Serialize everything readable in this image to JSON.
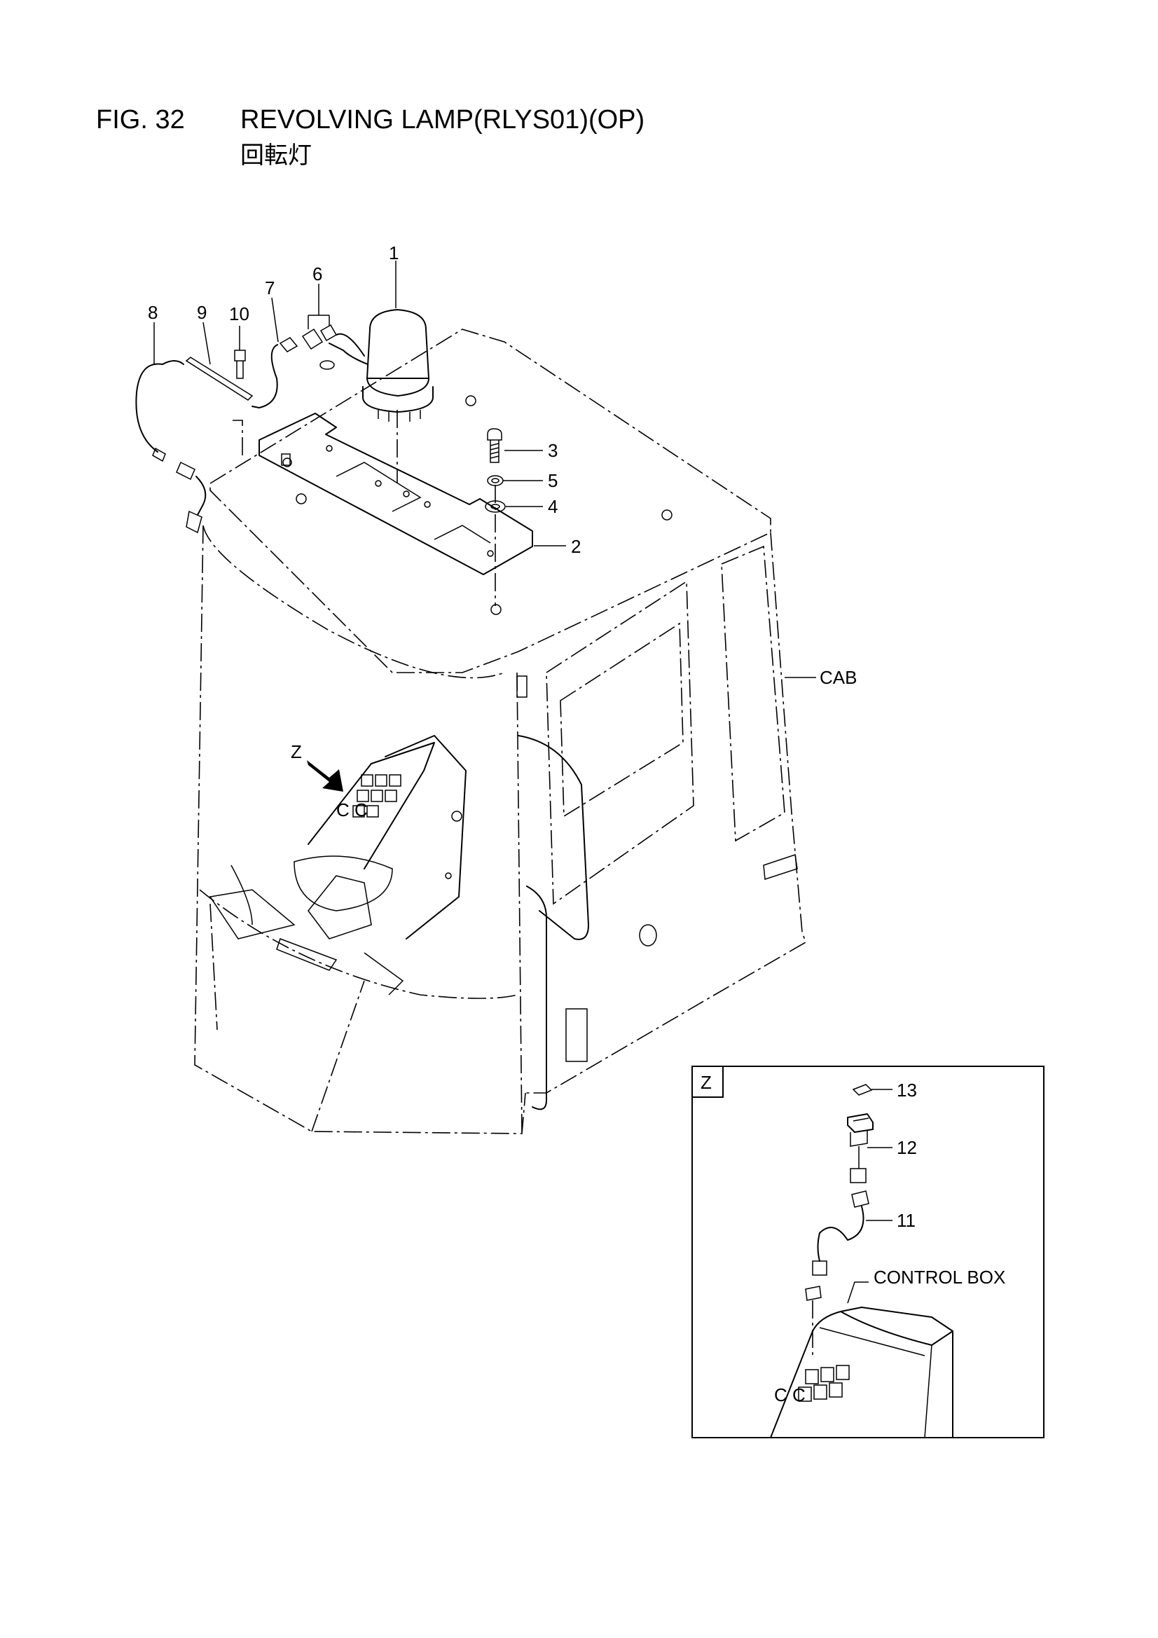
{
  "header": {
    "fig_no": "FIG. 32",
    "title": "REVOLVING LAMP(RLYS01)(OP)",
    "subtitle": "回転灯"
  },
  "callouts": {
    "p1": "1",
    "p2": "2",
    "p3": "3",
    "p4": "4",
    "p5": "5",
    "p6": "6",
    "p7": "7",
    "p8": "8",
    "p9": "9",
    "p10": "10",
    "p11": "11",
    "p12": "12",
    "p13": "13",
    "cab": "CAB",
    "view_z": "Z",
    "detail_z": "Z",
    "control_box": "CONTROL BOX",
    "panel_cc": "C C",
    "detail_cc": "C C"
  }
}
